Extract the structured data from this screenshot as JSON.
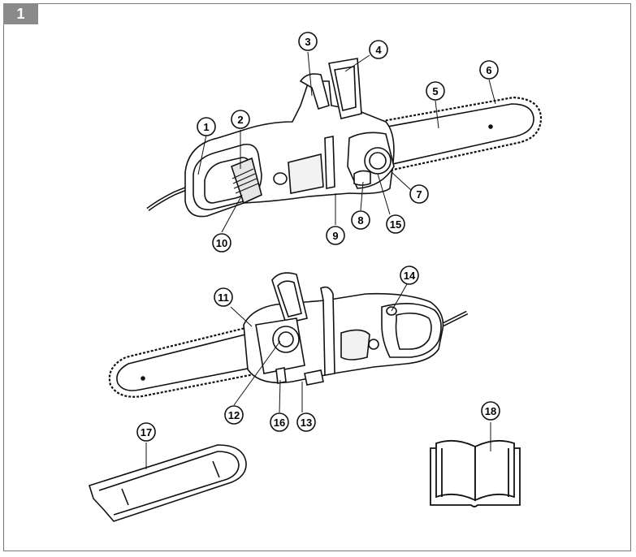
{
  "figure": {
    "number": "1"
  },
  "callouts": [
    {
      "label": "1"
    },
    {
      "label": "2"
    },
    {
      "label": "3"
    },
    {
      "label": "4"
    },
    {
      "label": "5"
    },
    {
      "label": "6"
    },
    {
      "label": "7"
    },
    {
      "label": "8"
    },
    {
      "label": "9"
    },
    {
      "label": "10"
    },
    {
      "label": "11"
    },
    {
      "label": "12"
    },
    {
      "label": "13"
    },
    {
      "label": "14"
    },
    {
      "label": "15"
    },
    {
      "label": "16"
    },
    {
      "label": "17"
    },
    {
      "label": "18"
    }
  ]
}
